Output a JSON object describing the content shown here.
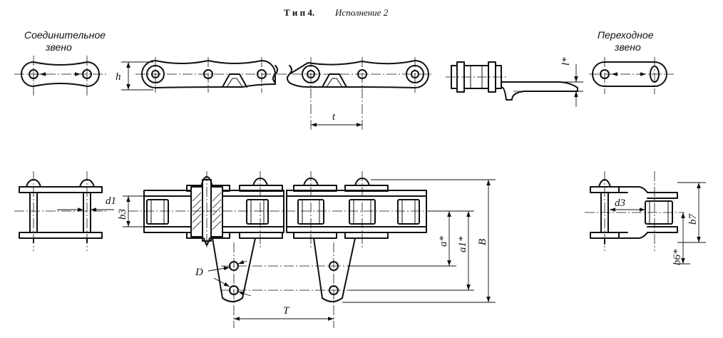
{
  "header": {
    "type_label": "Т и п 4.",
    "variant_label": "Исполнение 2"
  },
  "captions": {
    "connecting_link_line1": "Соединительное",
    "connecting_link_line2": "звено",
    "transition_link_line1": "Переходное",
    "transition_link_line2": "звено"
  },
  "dimensions": {
    "h": "h",
    "t": "t",
    "l": "l*",
    "d1": "d1",
    "b3": "b3",
    "a": "a*",
    "a1": "a1*",
    "B": "B",
    "D": "D",
    "T": "T",
    "d3": "d3",
    "b7": "b7",
    "b6": "b6*"
  }
}
